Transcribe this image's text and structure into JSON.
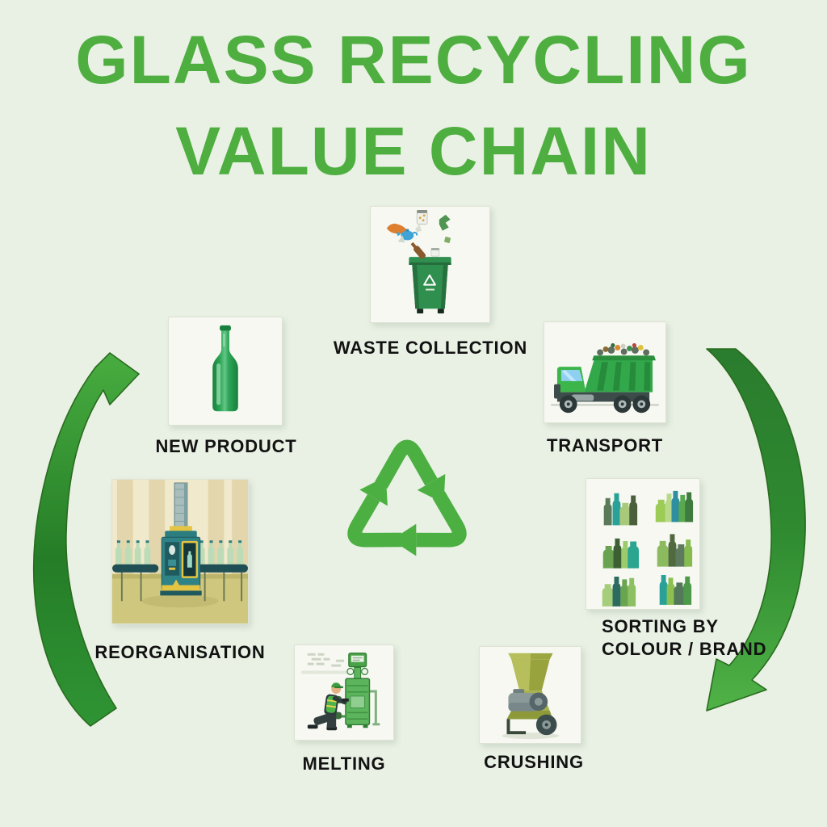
{
  "title": {
    "line1": "GLASS RECYCLING",
    "line2": "VALUE CHAIN"
  },
  "center": {
    "icon": "recycle-arrows-icon",
    "color": "#4caf42"
  },
  "cycle_arrows": {
    "left": {
      "icon": "curved-arrow-up-right-icon",
      "gradient": [
        "#48ad40",
        "#1e7a22"
      ]
    },
    "right": {
      "icon": "curved-arrow-down-left-icon",
      "gradient": [
        "#2a7c2e",
        "#4fb246"
      ]
    }
  },
  "stages": [
    {
      "id": "waste-collection",
      "label": "WASTE COLLECTION",
      "icon": "waste-bin-icon"
    },
    {
      "id": "transport",
      "label": "TRANSPORT",
      "icon": "dump-truck-icon"
    },
    {
      "id": "sorting-by-colour-brand",
      "label": "SORTING BY\nCOLOUR / BRAND",
      "icon": "sorted-bottles-icon"
    },
    {
      "id": "crushing",
      "label": "CRUSHING",
      "icon": "crusher-machine-icon"
    },
    {
      "id": "melting",
      "label": "MELTING",
      "icon": "melting-furnace-icon"
    },
    {
      "id": "reorganisation",
      "label": "REORGANISATION",
      "icon": "bottling-line-icon"
    },
    {
      "id": "new-product",
      "label": "NEW PRODUCT",
      "icon": "glass-bottle-icon"
    }
  ],
  "colors": {
    "background": "#e9f1e4",
    "title_green": "#4fae40",
    "label_black": "#121212",
    "tile_background": "#f6f8f1",
    "bin_green": "#2f8f4e",
    "truck_green": "#3cb54a",
    "crusher_olive": "#a8b14e",
    "machine_teal": "#2f8286"
  }
}
